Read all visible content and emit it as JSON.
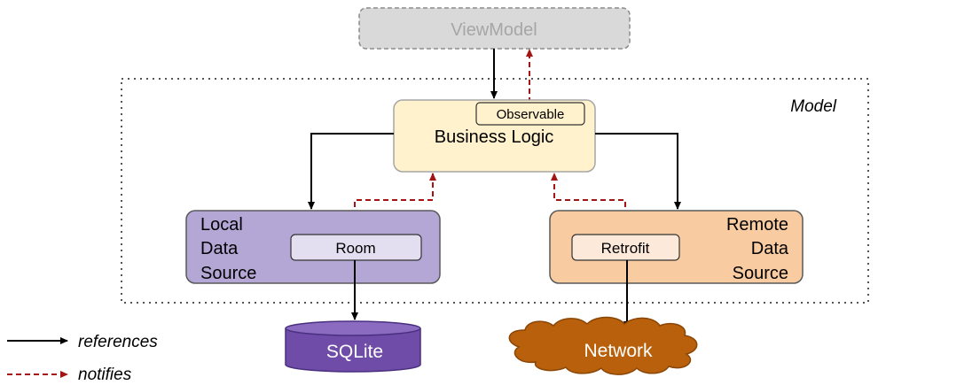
{
  "diagram": {
    "viewmodel_label": "ViewModel",
    "model_label": "Model",
    "business_logic_label": "Business Logic",
    "observable_label": "Observable",
    "local_source_lines": [
      "Local",
      "Data",
      "Source"
    ],
    "remote_source_lines": [
      "Remote",
      "Data",
      "Source"
    ],
    "room_label": "Room",
    "retrofit_label": "Retrofit",
    "sqlite_label": "SQLite",
    "network_label": "Network"
  },
  "legend": {
    "references_label": "references",
    "notifies_label": "notifies"
  },
  "colors": {
    "viewmodel_fill": "#d9d9d9",
    "viewmodel_text": "#a6a6a6",
    "business_fill": "#fff2cc",
    "observable_fill": "#fff2cc",
    "local_fill": "#b4a7d6",
    "room_fill": "#e4dff0",
    "remote_fill": "#f8cba1",
    "retrofit_fill": "#fde9d9",
    "sqlite_fill": "#6f4ca8",
    "network_fill": "#b8600b",
    "references_arrow": "#000000",
    "notifies_arrow": "#a31515"
  }
}
